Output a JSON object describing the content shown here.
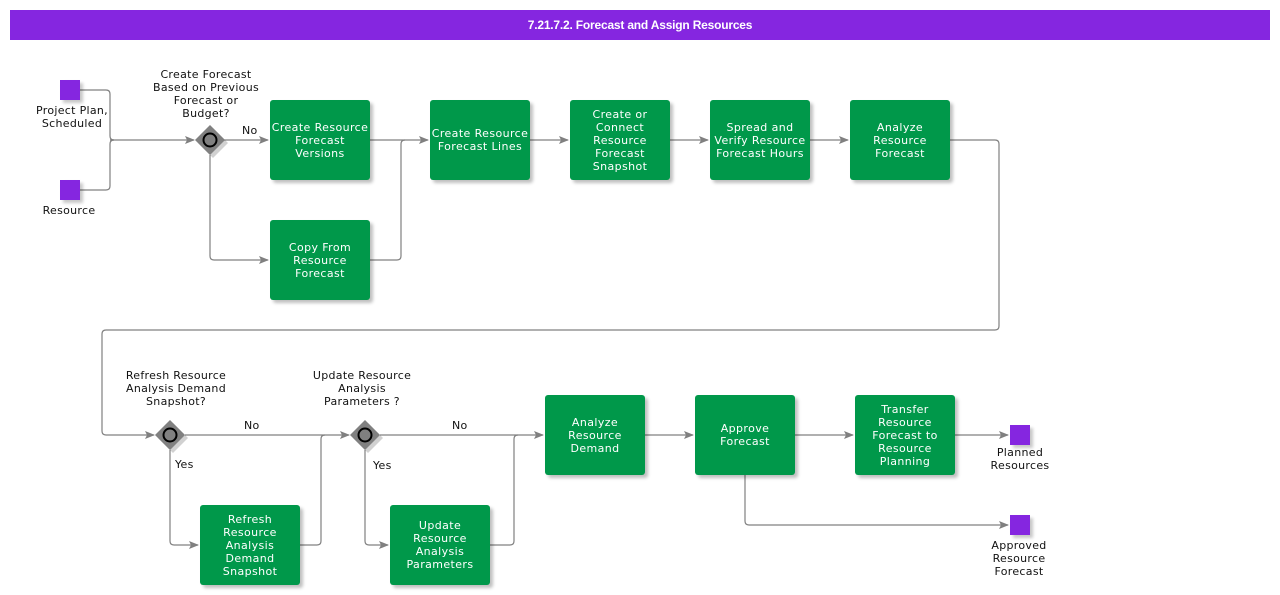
{
  "header": {
    "title": "7.21.7.2. Forecast and Assign Resources"
  },
  "colors": {
    "header": "#8526e0",
    "task": "#00984a",
    "data_object": "#8526e0",
    "gateway": "#808080",
    "connector": "#808080"
  },
  "inputs": [
    {
      "id": "project-plan",
      "label": "Project Plan,\nScheduled"
    },
    {
      "id": "resource",
      "label": "Resource"
    }
  ],
  "outputs": [
    {
      "id": "planned-resources",
      "label": "Planned\nResources"
    },
    {
      "id": "approved-resource-forecast",
      "label": "Approved\nResource\nForecast"
    }
  ],
  "gateways": [
    {
      "id": "gw1",
      "question": "Create Forecast\nBased on Previous\nForecast or\nBudget?",
      "no_label": "No"
    },
    {
      "id": "gw2",
      "question": "Refresh Resource\nAnalysis Demand\nSnapshot?",
      "no_label": "No",
      "yes_label": "Yes"
    },
    {
      "id": "gw3",
      "question": "Update Resource\nAnalysis\nParameters ?",
      "no_label": "No",
      "yes_label": "Yes"
    }
  ],
  "tasks": [
    {
      "id": "t1",
      "label": "Create Resource\nForecast\nVersions"
    },
    {
      "id": "t2",
      "label": "Copy From\nResource\nForecast"
    },
    {
      "id": "t3",
      "label": "Create Resource\nForecast Lines"
    },
    {
      "id": "t4",
      "label": "Create or\nConnect\nResource\nForecast\nSnapshot"
    },
    {
      "id": "t5",
      "label": "Spread and\nVerify Resource\nForecast Hours"
    },
    {
      "id": "t6",
      "label": "Analyze\nResource\nForecast"
    },
    {
      "id": "t7",
      "label": "Refresh\nResource\nAnalysis\nDemand\nSnapshot"
    },
    {
      "id": "t8",
      "label": "Update\nResource\nAnalysis\nParameters"
    },
    {
      "id": "t9",
      "label": "Analyze\nResource\nDemand"
    },
    {
      "id": "t10",
      "label": "Approve\nForecast"
    },
    {
      "id": "t11",
      "label": "Transfer\nResource\nForecast to\nResource\nPlanning"
    }
  ]
}
